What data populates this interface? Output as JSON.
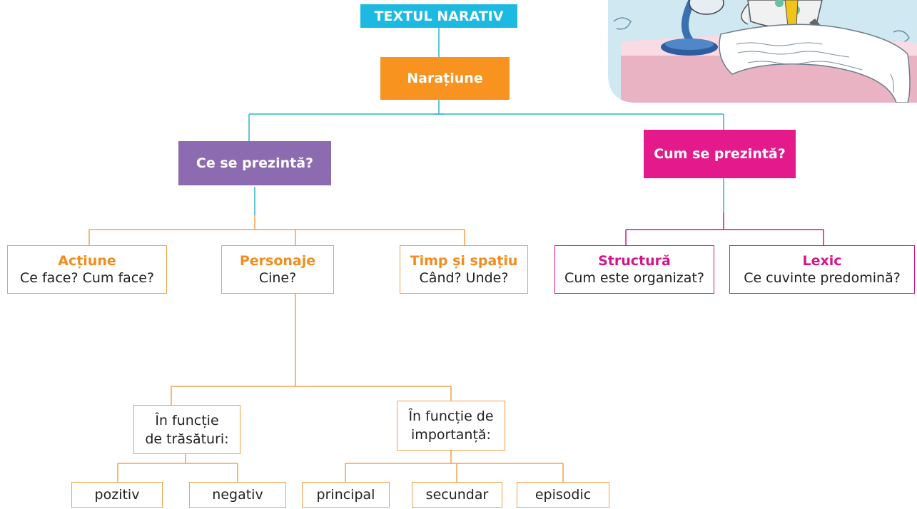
{
  "title": "TEXTUL NARATIV",
  "root": "Narațiune",
  "branches": {
    "what": "Ce se prezintă?",
    "how": "Cum se prezintă?"
  },
  "what_children": {
    "actiune": {
      "title": "Acțiune",
      "sub": "Ce face? Cum face?"
    },
    "personaje": {
      "title": "Personaje",
      "sub": "Cine?"
    },
    "timp": {
      "title": "Timp și spațiu",
      "sub": "Când? Unde?"
    }
  },
  "how_children": {
    "structura": {
      "title": "Structură",
      "sub": "Cum este organizat?"
    },
    "lexic": {
      "title": "Lexic",
      "sub": "Ce cuvinte predomină?"
    }
  },
  "personaje_groups": {
    "trasaturi": {
      "line1": "În funcție",
      "line2": "de trăsături:"
    },
    "importanta": {
      "line1": "În funcție de",
      "line2": "importanță:"
    }
  },
  "leaves": {
    "pozitiv": "pozitiv",
    "negativ": "negativ",
    "principal": "principal",
    "secundar": "secundar",
    "episodic": "episodic"
  },
  "colors": {
    "title_bg": "#1cb9e0",
    "root_bg": "#f7931e",
    "what_bg": "#8c6bb1",
    "how_bg": "#e3198c",
    "orange_accent": "#f28c1f",
    "pink_accent": "#d6148c",
    "connector_teal": "#2ab7c9",
    "connector_orange": "#f5a04a",
    "connector_pink": "#d6148c"
  }
}
